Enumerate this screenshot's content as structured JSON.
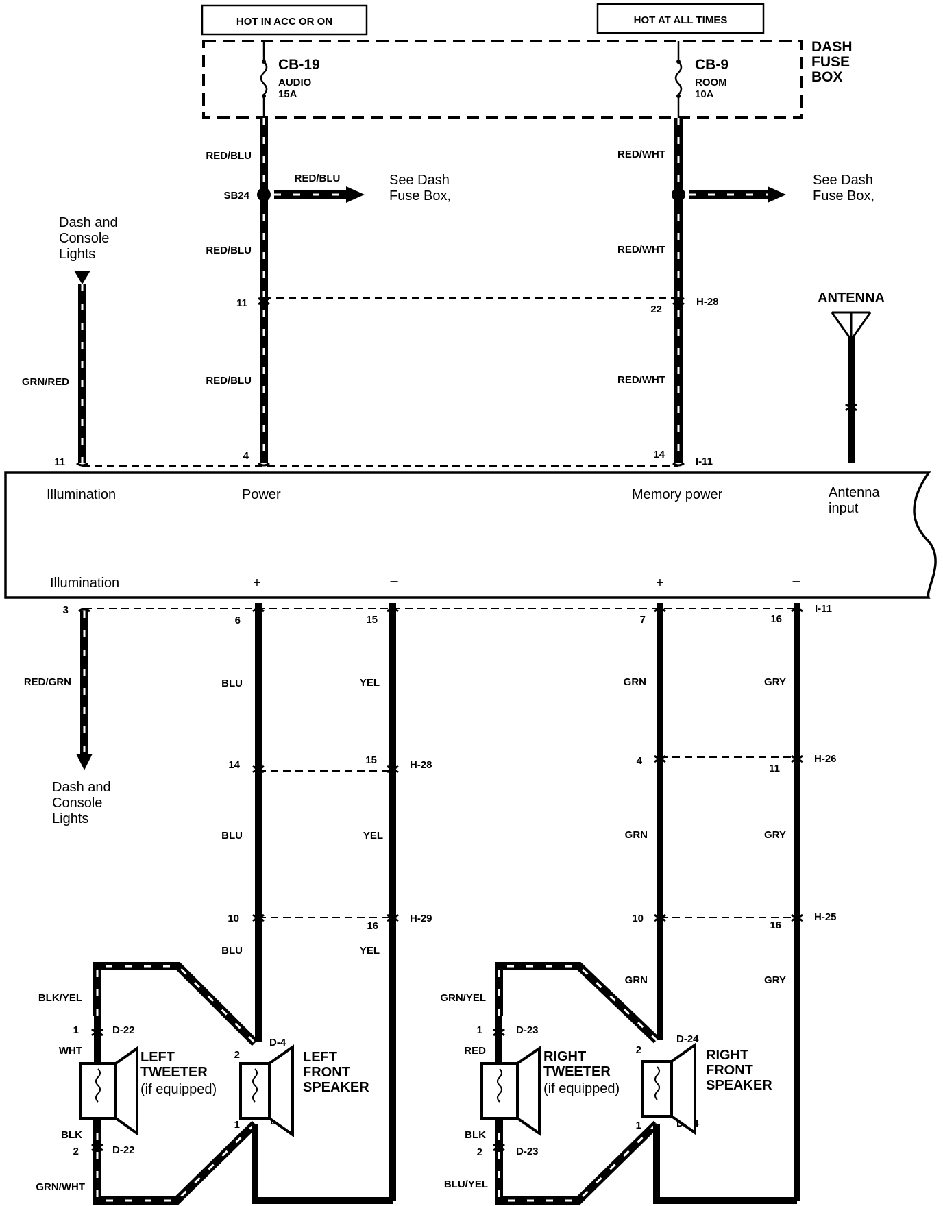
{
  "headers": {
    "hot_acc": "HOT IN ACC OR ON",
    "hot_all": "HOT AT ALL TIMES"
  },
  "fuse_box": {
    "label_1": "DASH",
    "label_2": "FUSE",
    "label_3": "BOX",
    "cb19_name": "CB-19",
    "cb19_desc": "AUDIO",
    "cb19_amp": "15A",
    "cb9_name": "CB-9",
    "cb9_desc": "ROOM",
    "cb9_amp": "10A"
  },
  "wires": {
    "red_blu": "RED/BLU",
    "red_wht": "RED/WHT",
    "grn_red": "GRN/RED",
    "red_grn": "RED/GRN",
    "blu": "BLU",
    "yel": "YEL",
    "grn": "GRN",
    "gry": "GRY",
    "blk_yel": "BLK/YEL",
    "wht": "WHT",
    "blk": "BLK",
    "grn_wht": "GRN/WHT",
    "grn_yel": "GRN/YEL",
    "red": "RED",
    "blu_yel": "BLU/YEL"
  },
  "references": {
    "see_dash_1": "See Dash",
    "see_dash_2": "Fuse Box,",
    "dash_console_1": "Dash and",
    "dash_console_2": "Console",
    "dash_console_3": "Lights",
    "antenna": "ANTENNA"
  },
  "splice": "SB24",
  "connectors": {
    "h28": "H-28",
    "i11": "I-11",
    "h26": "H-26",
    "h29": "H-29",
    "h25": "H-25",
    "d22": "D-22",
    "d4": "D-4",
    "d23": "D-23",
    "d24": "D-24"
  },
  "pins": {
    "p11a": "11",
    "p22": "22",
    "p11b": "11",
    "p4": "4",
    "p14a": "14",
    "p3": "3",
    "p6": "6",
    "p15a": "15",
    "p7": "7",
    "p16a": "16",
    "p14b": "14",
    "p15b": "15",
    "p4b": "4",
    "p11c": "11",
    "p10a": "10",
    "p16b": "16",
    "p10b": "10",
    "p16c": "16",
    "t1a": "1",
    "t2a": "2",
    "s2a": "2",
    "s1a": "1",
    "t1b": "1",
    "t2b": "2",
    "s2b": "2",
    "s1b": "1"
  },
  "unit": {
    "illum_top": "Illumination",
    "power": "Power",
    "memory": "Memory power",
    "antenna_1": "Antenna",
    "antenna_2": "input",
    "illum_bot": "Illumination",
    "plus": "+",
    "minus": "–"
  },
  "components": {
    "lt_1": "LEFT",
    "lt_2": "TWEETER",
    "lt_3": "(if equipped)",
    "lf_1": "LEFT",
    "lf_2": "FRONT",
    "lf_3": "SPEAKER",
    "rt_1": "RIGHT",
    "rt_2": "TWEETER",
    "rt_3": "(if equipped)",
    "rf_1": "RIGHT",
    "rf_2": "FRONT",
    "rf_3": "SPEAKER"
  },
  "colors": {
    "ink": "#000000",
    "paper": "#ffffff"
  }
}
